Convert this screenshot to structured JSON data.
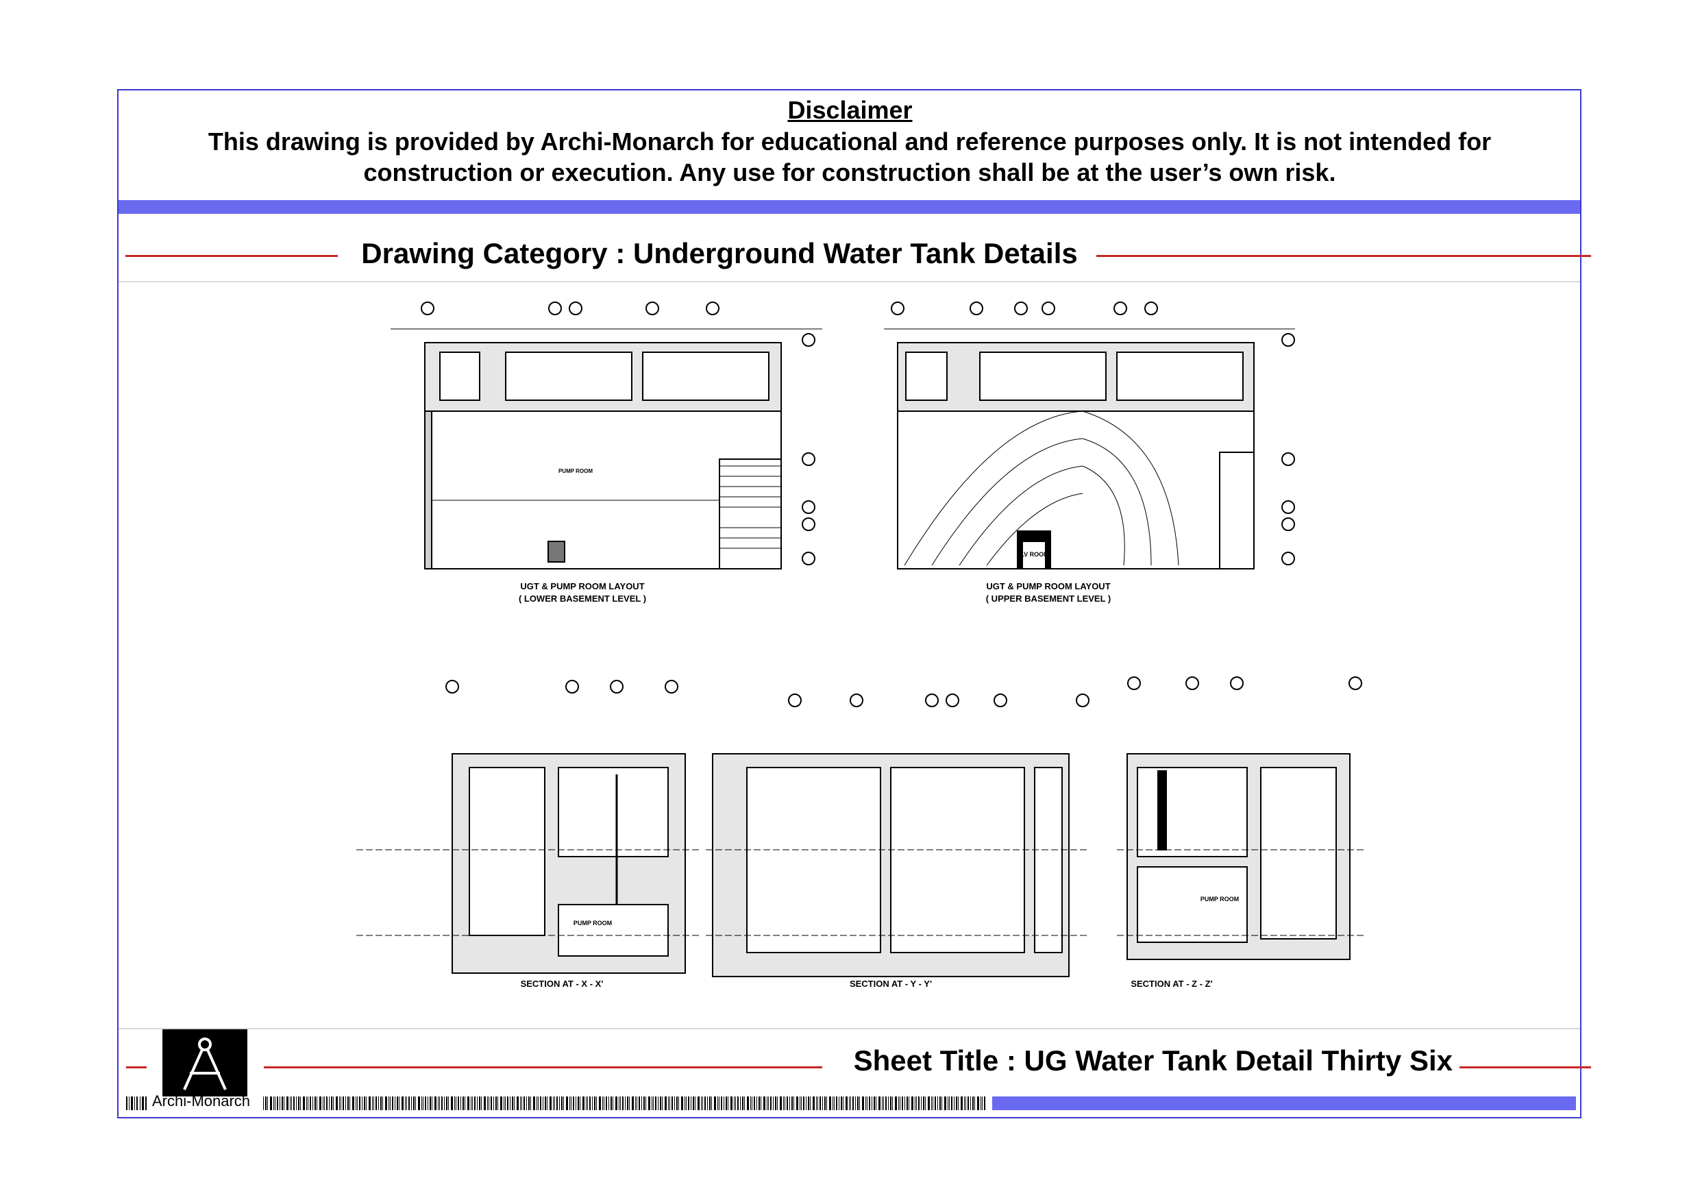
{
  "disclaimer": {
    "title": "Disclaimer",
    "line1": "This drawing is provided by Archi-Monarch for educational and reference purposes only. It is not intended for",
    "line2": "construction or execution. Any use for construction shall be at the user’s own risk."
  },
  "category": "Drawing Category : Underground Water Tank Details",
  "sheet_title": "Sheet Title : UG Water Tank Detail Thirty Six",
  "brand": "Archi-Monarch",
  "drawings": {
    "plan_lower": {
      "title": "UGT & PUMP ROOM LAYOUT",
      "subtitle": "( LOWER BASEMENT LEVEL )",
      "room": "PUMP ROOM"
    },
    "plan_upper": {
      "title": "UGT & PUMP ROOM LAYOUT",
      "subtitle": "( UPPER BASEMENT LEVEL )",
      "room": "LV ROOM"
    },
    "section_x": {
      "title": "SECTION AT - X - X'",
      "room": "PUMP ROOM"
    },
    "section_y": {
      "title": "SECTION AT - Y - Y'"
    },
    "section_z": {
      "title": "SECTION AT - Z - Z'",
      "room": "PUMP ROOM"
    }
  },
  "colors": {
    "frame": "#3a3ad0",
    "band": "#6a6af0",
    "rule": "#c62828"
  }
}
